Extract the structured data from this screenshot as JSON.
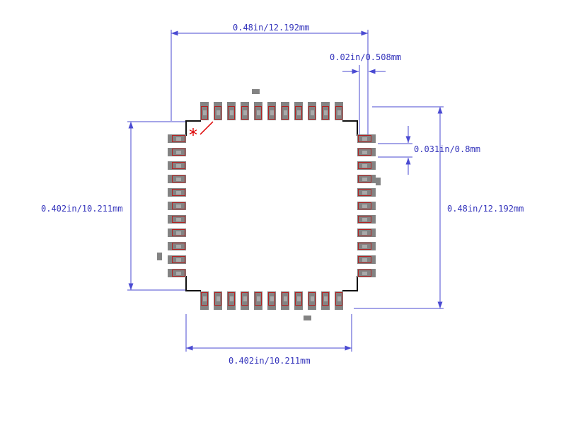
{
  "diagram": {
    "type": "IC package footprint drawing (44-pin quad flat package)",
    "pins_per_side": 11,
    "pin1_marker": "*",
    "dimensions": {
      "top_width": "0.48in/12.192mm",
      "pad_width": "0.02in/0.508mm",
      "pin_pitch": "0.031in/0.8mm",
      "right_height": "0.48in/12.192mm",
      "left_height": "0.402in/10.211mm",
      "bottom_width": "0.402in/10.211mm"
    },
    "colors": {
      "background": "#ffffff",
      "pad": "#838383",
      "pad_inner": "#a9a9a9",
      "pin_outline": "#b22222",
      "dimension": "#4a4ad2",
      "dimension_text": "#3333bb",
      "body_outline": "#111111",
      "marker": "#dd0000"
    }
  }
}
